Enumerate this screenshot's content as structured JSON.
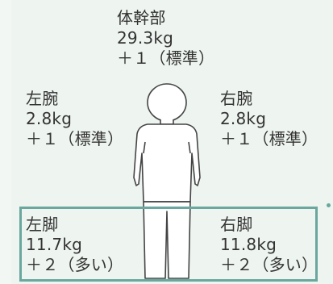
{
  "trunk": {
    "part": "体幹部",
    "mass": "29.3kg",
    "score": "＋１（標準）"
  },
  "left_arm": {
    "part": "左腕",
    "mass": "2.8kg",
    "score": "＋１（標準）"
  },
  "right_arm": {
    "part": "右腕",
    "mass": "2.8kg",
    "score": "＋１（標準）"
  },
  "left_leg": {
    "part": "左脚",
    "mass": "11.7kg",
    "score": "＋２（多い）"
  },
  "right_leg": {
    "part": "右脚",
    "mass": "11.8kg",
    "score": "＋２（多い）"
  },
  "colors": {
    "highlight": "#6aa79e",
    "background": "#eef4ef",
    "figure_line": "#444444"
  }
}
